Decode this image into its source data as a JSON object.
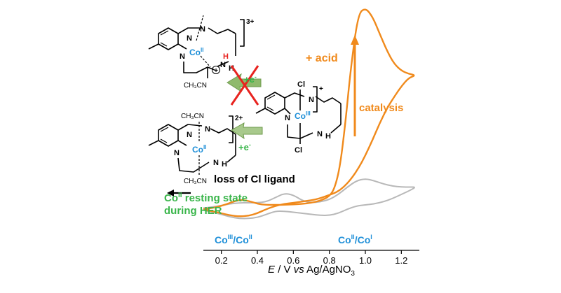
{
  "chart_data": {
    "type": "line",
    "xlabel_italic": "E",
    "xlabel_rest": " / V ",
    "xlabel_vs": "vs",
    "xlabel_ref": " Ag/AgNO",
    "xlabel_sub": "3",
    "xlim": [
      0.1,
      1.3
    ],
    "ticks": [
      "0.2",
      "0.4",
      "0.6",
      "0.8",
      "1.0",
      "1.2"
    ],
    "tick_values": [
      0.2,
      0.4,
      0.6,
      0.8,
      1.0,
      1.2
    ],
    "series": [
      {
        "color": "#f08a1c",
        "role": "with acid",
        "x": [
          0.1,
          0.15,
          0.2,
          0.25,
          0.3,
          0.35,
          0.4,
          0.45,
          0.5,
          0.55,
          0.6,
          0.65,
          0.7,
          0.75,
          0.8,
          0.83,
          0.86,
          0.89,
          0.92,
          0.96,
          1.0,
          1.04,
          1.08,
          1.12,
          1.16,
          1.2,
          1.24,
          1.28,
          1.24,
          1.2,
          1.16,
          1.12,
          1.08,
          1.04,
          1.0,
          0.96,
          0.92,
          0.88,
          0.84,
          0.8,
          0.76,
          0.72,
          0.68,
          0.64,
          0.6,
          0.55,
          0.5,
          0.45,
          0.4,
          0.35,
          0.3,
          0.25,
          0.2,
          0.15,
          0.1
        ],
        "y": [
          0.28,
          0.3,
          0.34,
          0.4,
          0.46,
          0.44,
          0.38,
          0.36,
          0.36,
          0.36,
          0.37,
          0.38,
          0.4,
          0.44,
          0.52,
          0.68,
          1.1,
          1.95,
          3.0,
          4.0,
          4.12,
          3.95,
          3.62,
          3.3,
          3.05,
          2.92,
          2.86,
          2.83,
          2.78,
          2.62,
          2.42,
          2.2,
          1.92,
          1.6,
          1.3,
          1.05,
          0.85,
          0.7,
          0.6,
          0.55,
          0.5,
          0.46,
          0.44,
          0.42,
          0.4,
          0.38,
          0.34,
          0.28,
          0.2,
          0.15,
          0.14,
          0.16,
          0.2,
          0.24,
          0.27
        ]
      },
      {
        "color": "#b8b8b8",
        "role": "without acid",
        "x": [
          0.1,
          0.15,
          0.2,
          0.25,
          0.3,
          0.35,
          0.4,
          0.45,
          0.5,
          0.55,
          0.6,
          0.65,
          0.7,
          0.75,
          0.8,
          0.85,
          0.9,
          0.95,
          1.0,
          1.05,
          1.1,
          1.15,
          1.2,
          1.25,
          1.28,
          1.25,
          1.2,
          1.15,
          1.1,
          1.05,
          1.0,
          0.95,
          0.9,
          0.85,
          0.8,
          0.75,
          0.7,
          0.65,
          0.6,
          0.55,
          0.5,
          0.45,
          0.4,
          0.35,
          0.3,
          0.25,
          0.2,
          0.15,
          0.1
        ],
        "y": [
          0.3,
          0.32,
          0.35,
          0.38,
          0.4,
          0.4,
          0.4,
          0.42,
          0.5,
          0.58,
          0.55,
          0.44,
          0.4,
          0.42,
          0.46,
          0.56,
          0.7,
          0.82,
          0.86,
          0.82,
          0.76,
          0.72,
          0.7,
          0.7,
          0.7,
          0.64,
          0.56,
          0.48,
          0.42,
          0.38,
          0.36,
          0.34,
          0.28,
          0.2,
          0.16,
          0.16,
          0.18,
          0.2,
          0.22,
          0.24,
          0.24,
          0.18,
          0.12,
          0.1,
          0.1,
          0.13,
          0.18,
          0.22,
          0.26
        ]
      }
    ]
  },
  "annotations": {
    "acid": "+ acid",
    "catalysis": "catalysis",
    "loss": "loss of Cl ligand",
    "resting_line1_main": "Co",
    "resting_line1_sup": "II",
    "resting_line1_rest": " resting state",
    "resting_line2": "during HER",
    "peak1_a": "Co",
    "peak1_sup1": "III",
    "peak1_b": "/Co",
    "peak1_sup2": "II",
    "peak2_a": "Co",
    "peak2_sup1": "II",
    "peak2_b": "/Co",
    "peak2_sup2": "I"
  },
  "molecules": {
    "top": {
      "metal": "Co",
      "ox": "II",
      "charge": "3+",
      "h_label": "H",
      "n_label": "N",
      "plus": "+",
      "ch3cn": "CH₃CN"
    },
    "right": {
      "metal": "Co",
      "ox": "III",
      "charge": "+",
      "cl_top": "Cl",
      "cl_bottom": "Cl",
      "nh": "H"
    },
    "bottom": {
      "metal": "Co",
      "ox": "II",
      "charge": "2+",
      "ch3cn_top": "CH₃CN",
      "ch3cn_bottom": "CH₃CN",
      "nh": "H"
    },
    "electron_label": "+e",
    "electron_sup": "-",
    "colors": {
      "metal": "#1e8fd8",
      "arrow": "#8fba6c",
      "cross": "#e8231f",
      "proton": "#e8231f"
    }
  },
  "colors": {
    "orange": "#f08a1c",
    "gray": "#b8b8b8",
    "green": "#39b54a",
    "blue": "#1e8fd8"
  }
}
